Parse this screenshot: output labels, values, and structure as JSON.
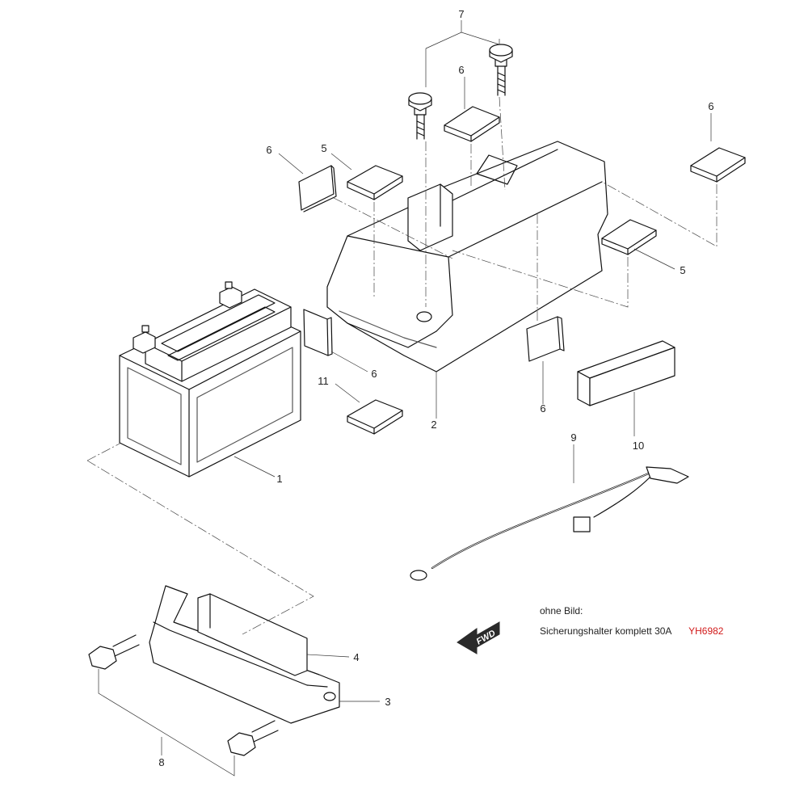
{
  "callouts": {
    "battery": "1",
    "battery_case": "2",
    "battery_band": "3",
    "band_pad": "4",
    "pad_5a": "5",
    "pad_5b": "5",
    "pad_6a": "6",
    "pad_6b": "6",
    "pad_6c": "6",
    "pad_6d": "6",
    "pad_6e": "6",
    "bolt_7": "7",
    "bolt_8": "8",
    "wire_harness": "9",
    "pad_10": "10",
    "pad_11": "11"
  },
  "forward_arrow": {
    "label": "FWD"
  },
  "note": {
    "heading": "ohne Bild:",
    "item": "Sicherungshalter komplett 30A",
    "code": "YH6982",
    "code_color": "#d11a1a"
  },
  "icons": [
    "bolt-icon",
    "forward-arrow-icon",
    "ring-terminal-icon",
    "connector-icon"
  ]
}
